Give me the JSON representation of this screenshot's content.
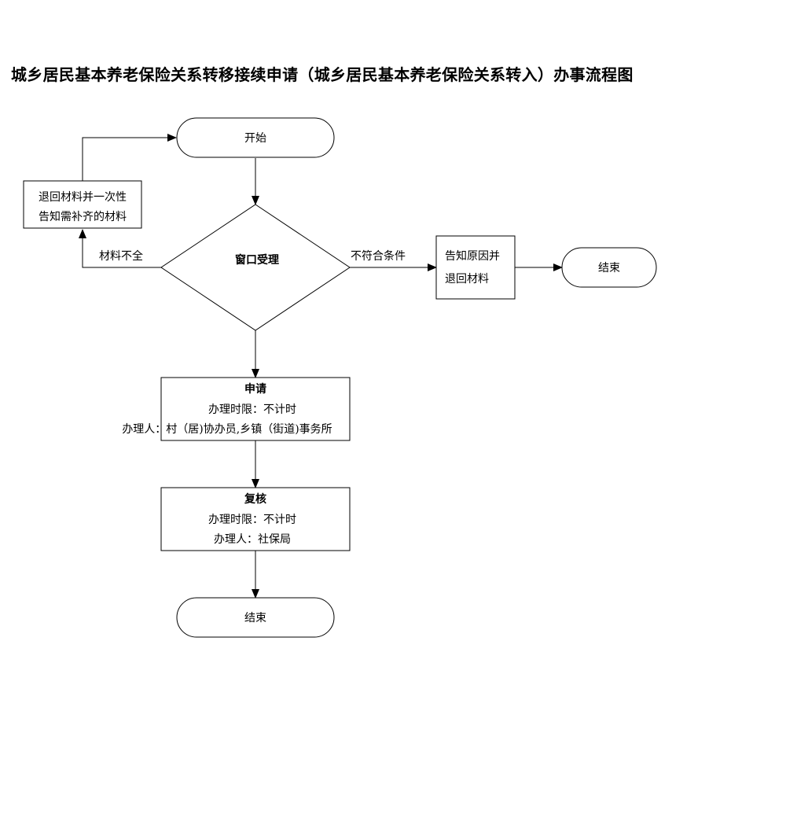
{
  "title": "城乡居民基本养老保险关系转移接续申请（城乡居民基本养老保险关系转入）办事流程图",
  "nodes": {
    "start": "开始",
    "window_accept": "窗口受理",
    "return_supplement": [
      "退回材料并一次性",
      "告知需补齐的材料"
    ],
    "notify_return": [
      "告知原因并",
      "退回材料"
    ],
    "end_right": "结束",
    "apply": {
      "title": "申请",
      "time_limit": "办理时限：不计时",
      "handler": "办理人：村（居)协办员,乡镇（街道)事务所"
    },
    "review": {
      "title": "复核",
      "time_limit": "办理时限：不计时",
      "handler": "办理人：社保局"
    },
    "end_bottom": "结束"
  },
  "edges": {
    "incomplete_label": "材料不全",
    "not_qualified_label": "不符合条件"
  }
}
